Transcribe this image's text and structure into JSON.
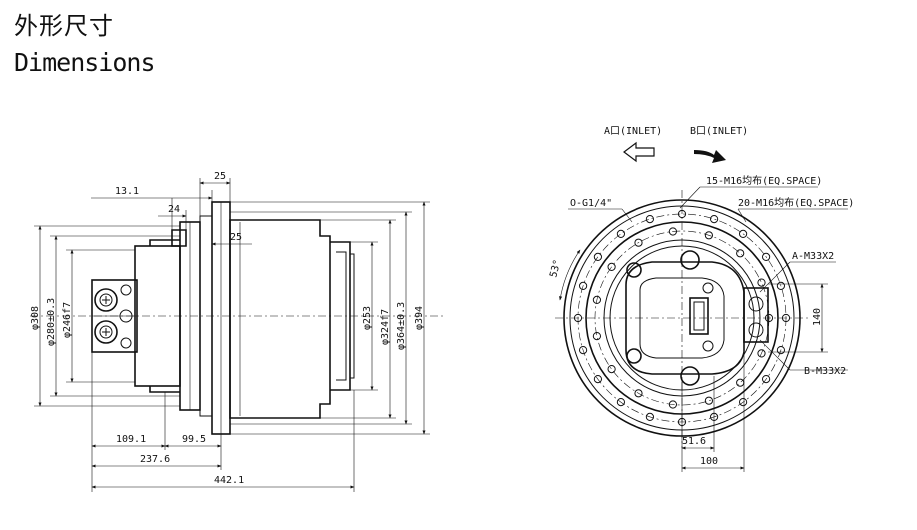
{
  "title": {
    "cn": "外形尺寸",
    "en": "Dimensions"
  },
  "side_view": {
    "top_dims": [
      "13.1",
      "25",
      "24",
      "25"
    ],
    "left_dims": [
      "φ308",
      "φ280±0.3",
      "φ246f7"
    ],
    "right_dims": [
      "φ253",
      "φ324f7",
      "φ364±0.3",
      "φ394"
    ],
    "bottom_dims": [
      "109.1",
      "99.5",
      "237.6",
      "442.1"
    ]
  },
  "front_view": {
    "port_a": "A口(INLET)",
    "port_b": "B口(INLET)",
    "bolt_circle_1": "15-M16均布(EQ.SPACE)",
    "bolt_circle_2": "20-M16均布(EQ.SPACE)",
    "drain": "O-G1/4\"",
    "angle": "53°",
    "a_thread": "A-M33X2",
    "b_thread": "B-M33X2",
    "dim_140": "140",
    "dim_51_6": "51.6",
    "dim_100": "100"
  }
}
